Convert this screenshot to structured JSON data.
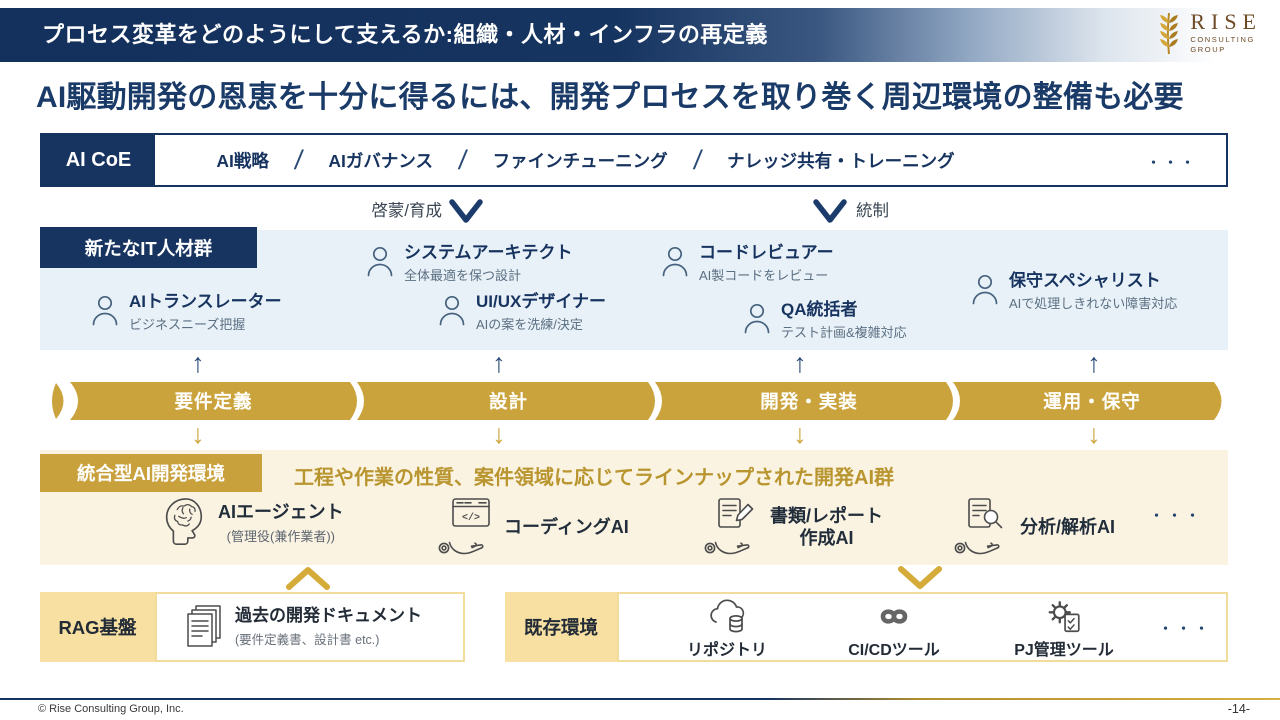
{
  "colors": {
    "navy": "#17335f",
    "gold": "#caa33c",
    "light_gold": "#f7e0a2",
    "cream_bg": "#faf3e2",
    "blue_bg": "#e8f1f7",
    "gold_text": "#b9952f"
  },
  "header": {
    "title": "プロセス変革をどのようにして支えるか:組織・人材・インフラの再定義",
    "logo": {
      "name": "RISE",
      "line1": "CONSULTING",
      "line2": "GROUP"
    }
  },
  "headline": "AI駆動開発の恩恵を十分に得るには、開発プロセスを取り巻く周辺環境の整備も必要",
  "ai_coe": {
    "label": "AI CoE",
    "separator": "/",
    "items": [
      "AI戦略",
      "AIガバナンス",
      "ファインチューニング",
      "ナレッジ共有・トレーニング"
    ],
    "ellipsis": "・・・",
    "left_flow_label": "啓蒙/育成",
    "right_flow_label": "統制"
  },
  "it_talent": {
    "label": "新たなIT人材群",
    "roles": [
      {
        "title": "システムアーキテクト",
        "desc": "全体最適を保つ設計"
      },
      {
        "title": "コードレビュアー",
        "desc": "AI製コードをレビュー"
      },
      {
        "title": "保守スペシャリスト",
        "desc": "AIで処理しきれない障害対応"
      },
      {
        "title": "AIトランスレーター",
        "desc": "ビジネスニーズ把握"
      },
      {
        "title": "UI/UXデザイナー",
        "desc": "AIの案を洗練/決定"
      },
      {
        "title": "QA統括者",
        "desc": "テスト計画&複雑対応"
      }
    ]
  },
  "process": {
    "phases": [
      "要件定義",
      "設計",
      "開発・実装",
      "運用・保守"
    ]
  },
  "ai_env": {
    "label": "統合型AI開発環境",
    "heading": "工程や作業の性質、案件領域に応じてラインナップされた開発AI群",
    "tools": [
      {
        "title": "AIエージェント",
        "desc": "(管理役(兼作業者))"
      },
      {
        "title": "コーディングAI"
      },
      {
        "title": "書類/レポート\n作成AI"
      },
      {
        "title": "分析/解析AI"
      }
    ],
    "ellipsis": "・・・"
  },
  "rag": {
    "label": "RAG基盤",
    "doc_title": "過去の開発ドキュメント",
    "doc_desc": "(要件定義書、設計書 etc.)"
  },
  "existing": {
    "label": "既存環境",
    "items": [
      "リポジトリ",
      "CI/CDツール",
      "PJ管理ツール"
    ],
    "ellipsis": "・・・"
  },
  "footer": {
    "copyright": "© Rise Consulting Group, Inc.",
    "page_number": "-14-"
  }
}
